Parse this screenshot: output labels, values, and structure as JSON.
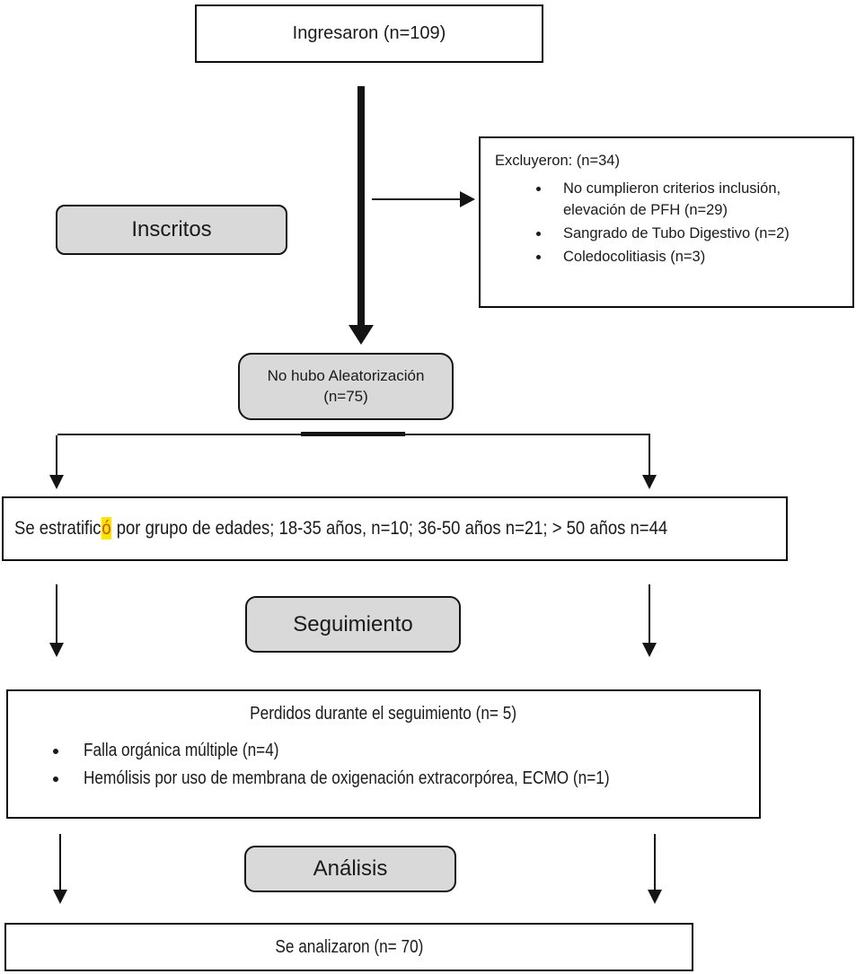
{
  "boxes": {
    "ingresaron": {
      "label": "Ingresaron (n=109)"
    },
    "excluyeron": {
      "title": "Excluyeron: (n=34)",
      "items": [
        "No cumplieron criterios inclusión, elevación de PFH (n=29)",
        "Sangrado de Tubo Digestivo (n=2)",
        "Coledocolitiasis  (n=3)"
      ]
    },
    "inscritos": {
      "label": "Inscritos"
    },
    "aleatorizacion": {
      "line1": "No hubo Aleatorización",
      "line2": "(n=75)"
    },
    "estratifico": {
      "pre": "Se estratific",
      "highlight": "ó",
      "post": " por grupo de edades; 18-35 años, n=10; 36-50 años n=21; > 50 años n=44"
    },
    "seguimiento": {
      "label": "Seguimiento"
    },
    "perdidos": {
      "title": "Perdidos durante el seguimiento (n= 5)",
      "items": [
        "Falla orgánica múltiple (n=4)",
        "Hemólisis por uso de membrana de oxigenación extracorpórea, ECMO (n=1)"
      ]
    },
    "analisis": {
      "label": "Análisis"
    },
    "analizaron": {
      "label": "Se analizaron (n= 70)"
    }
  },
  "colors": {
    "stage_fill": "#d9d9d9",
    "box_border": "#0d0d0d",
    "line": "#141414",
    "highlight_bg": "#ffe400",
    "highlight_text": "#c45911",
    "background": "#ffffff"
  }
}
